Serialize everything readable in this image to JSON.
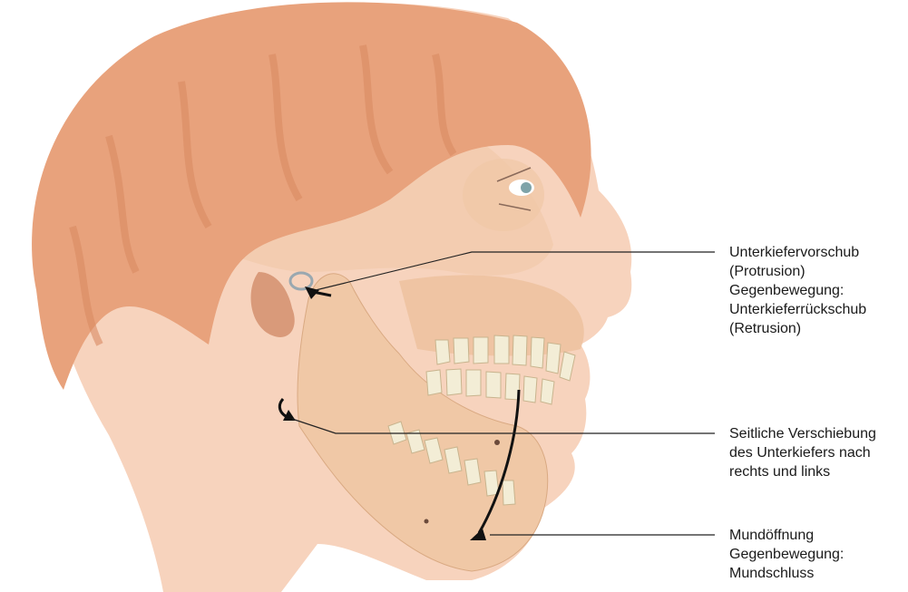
{
  "labels": {
    "protrusion": {
      "lines": [
        "Unterkiefervorschub",
        "(Protrusion)",
        "Gegenbewegung:",
        "Unterkieferrückschub",
        "(Retrusion)"
      ]
    },
    "lateral": {
      "lines": [
        "Seitliche Verschiebung",
        "des Unterkiefers nach",
        "rechts und links"
      ]
    },
    "opening": {
      "lines": [
        "Mundöffnung",
        "Gegenbewegung:",
        "Mundschluss"
      ]
    }
  },
  "colors": {
    "hair": "#e8a27c",
    "hair_dark": "#d98a63",
    "skin": "#f7d3bd",
    "bone": "#f0c8a6",
    "teeth": "#f3edd6",
    "lines": "#222222"
  }
}
